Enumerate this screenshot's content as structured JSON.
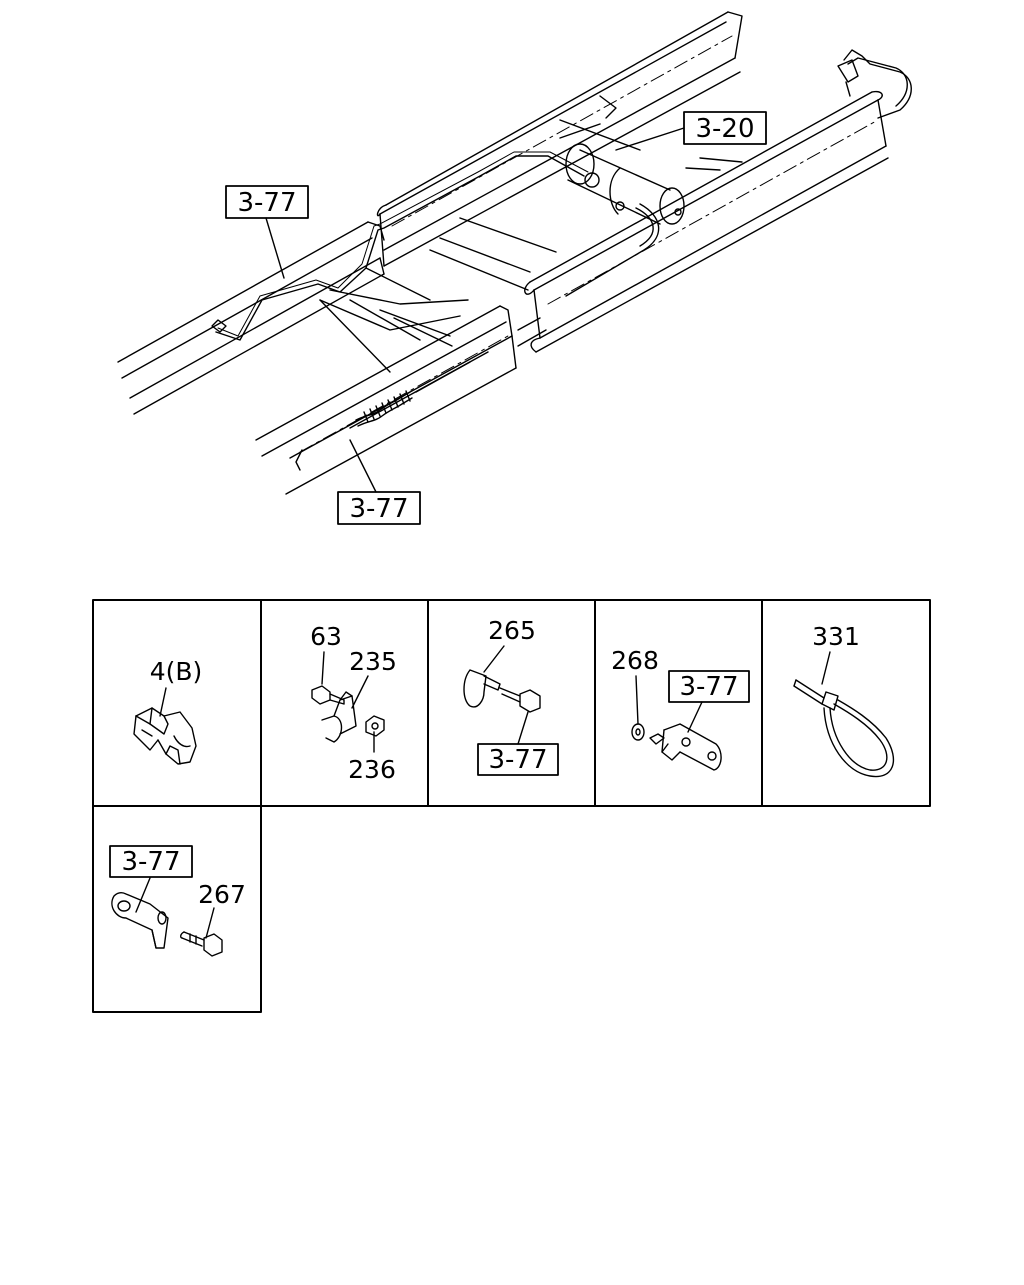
{
  "overview": {
    "callouts": {
      "left_pipe": "3-77",
      "tank": "3-20",
      "bottom_cable": "3-77"
    }
  },
  "parts_grid": {
    "cells": [
      {
        "labels": {
          "a": "4(B)"
        }
      },
      {
        "labels": {
          "a": "63",
          "b": "235",
          "c": "236"
        }
      },
      {
        "labels": {
          "a": "265",
          "ref": "3-77"
        }
      },
      {
        "labels": {
          "a": "268",
          "ref": "3-77"
        }
      },
      {
        "labels": {
          "a": "331"
        }
      },
      {
        "labels": {
          "ref": "3-77",
          "a": "267"
        }
      }
    ]
  }
}
